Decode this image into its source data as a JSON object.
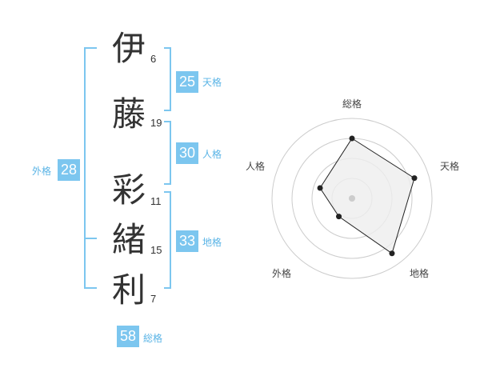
{
  "name_chars": [
    {
      "char": "伊",
      "strokes": "6"
    },
    {
      "char": "藤",
      "strokes": "19"
    },
    {
      "char": "彩",
      "strokes": "11"
    },
    {
      "char": "緒",
      "strokes": "15"
    },
    {
      "char": "利",
      "strokes": "7"
    }
  ],
  "kakusu": {
    "tenkaku": {
      "value": "25",
      "label": "天格"
    },
    "jinkaku": {
      "value": "30",
      "label": "人格"
    },
    "chikaku": {
      "value": "33",
      "label": "地格"
    },
    "gaikaku": {
      "value": "28",
      "label": "外格"
    },
    "soukaku": {
      "value": "58",
      "label": "総格"
    }
  },
  "colors": {
    "accent": "#7cc6ef",
    "accent_text": "#5ab4e6",
    "text": "#333333",
    "radar_grid": "#cccccc",
    "radar_fill": "#eeeeee",
    "radar_line": "#222222"
  },
  "chart_data": {
    "type": "radar",
    "axes": [
      "総格",
      "天格",
      "地格",
      "外格",
      "人格"
    ],
    "values": [
      0.75,
      0.82,
      0.85,
      0.28,
      0.42
    ],
    "range": [
      0,
      1
    ],
    "rings": 4
  }
}
